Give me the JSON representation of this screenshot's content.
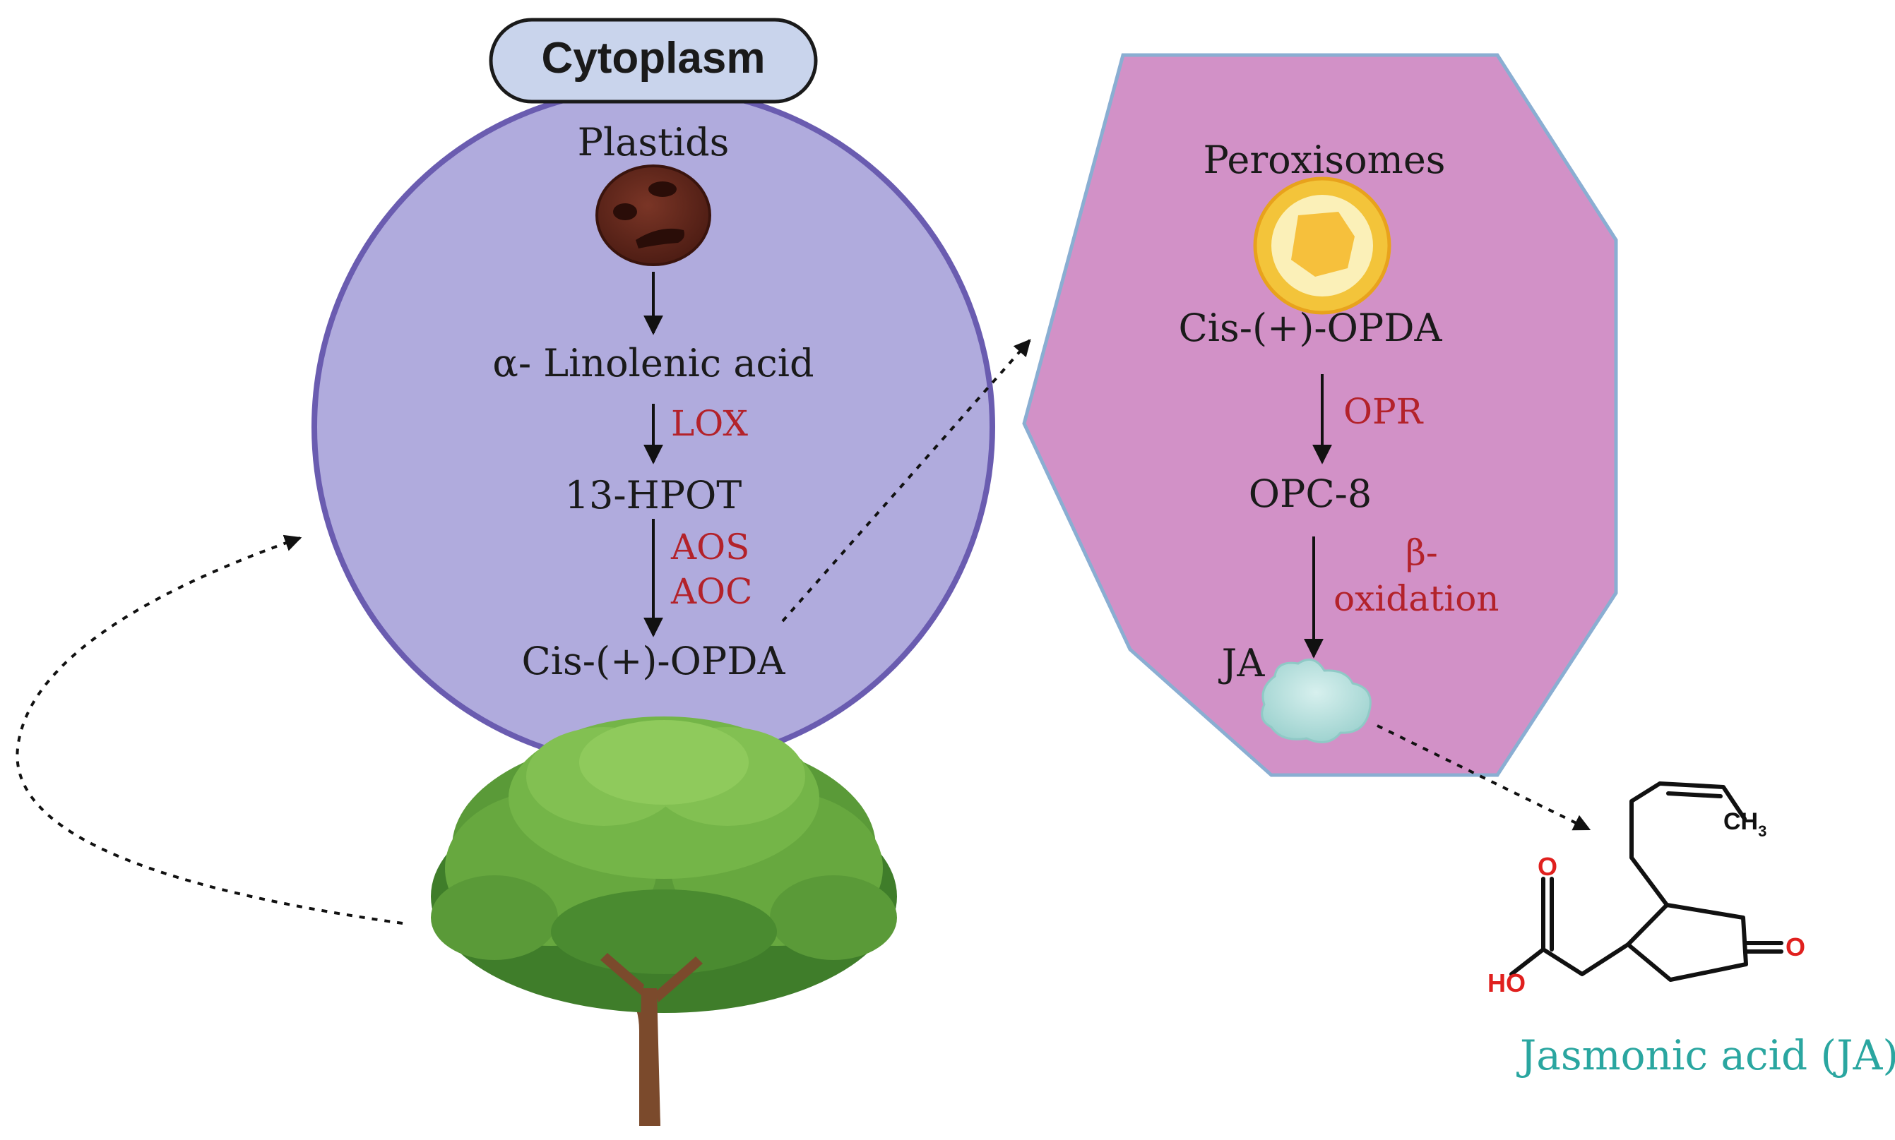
{
  "header": {
    "label": "Cytoplasm"
  },
  "plastid": {
    "label": "Plastids",
    "icon": "plastid-icon",
    "steps": [
      "α- Linolenic acid",
      "13-HPOT",
      "Cis-(+)-OPDA"
    ],
    "enzymes": {
      "lox": "LOX",
      "aos": "AOS",
      "aoc": "AOC"
    }
  },
  "peroxisome": {
    "label": "Peroxisomes",
    "icon": "peroxisome-icon",
    "steps": [
      "Cis-(+)-OPDA",
      "OPC-8",
      "JA"
    ],
    "enzymes": {
      "opr": "OPR",
      "beta_1": "β-",
      "beta_2": "oxidation"
    },
    "product_icon": "ja-blob-icon"
  },
  "molecule": {
    "name": "Jasmonic acid (JA)",
    "ch3": "CH",
    "ch3_sub": "3",
    "ho": "HO",
    "o_acid": "O",
    "o_ketone": "O"
  },
  "tree": {
    "icon": "tree-icon"
  },
  "colors": {
    "cytoplasm_fill": "#c9d4ec",
    "plastid_fill": "#b0abdd",
    "plastid_stroke": "#6a5cb0",
    "peroxisome_fill": "#d291c7",
    "peroxisome_stroke": "#8aaed2",
    "enzyme_text": "#b3222a",
    "ja_name": "#2aa6a0",
    "oxygen": "#e0201e",
    "text": "#1a1a1a"
  }
}
